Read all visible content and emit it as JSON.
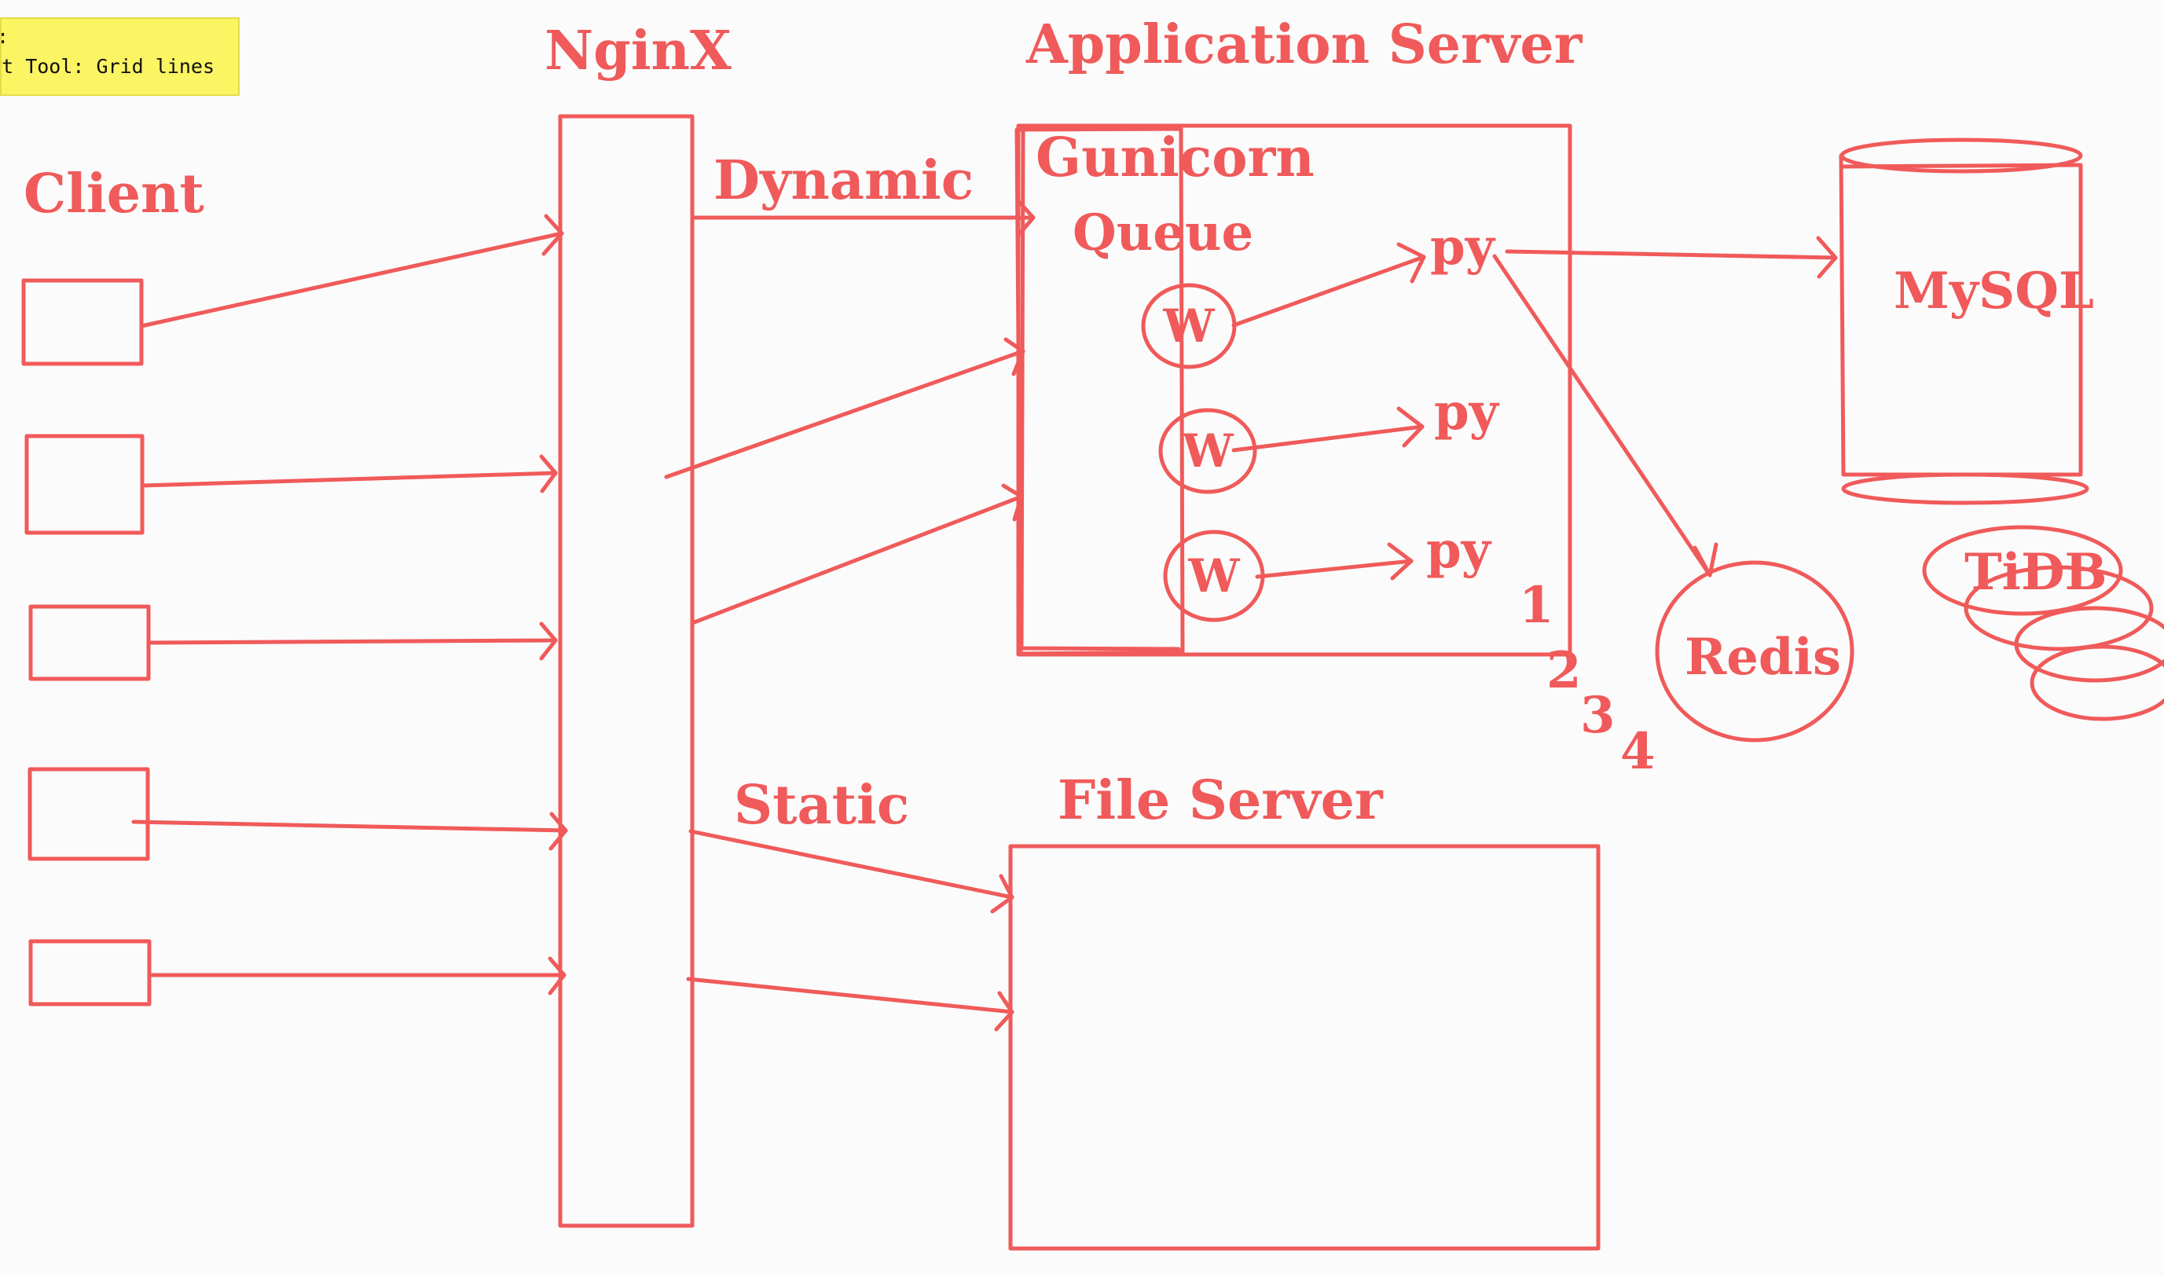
{
  "tooltip": {
    "line1": ":",
    "line2": "ent Tool: Grid lines"
  },
  "labels": {
    "client": "Client",
    "nginx": "NginX",
    "app_server": "Application Server",
    "gunicorn": "Gunicorn",
    "queue": "Queue",
    "dynamic": "Dynamic",
    "static": "Static",
    "file_server": "File Server",
    "mysql": "MySQL",
    "tidb": "TiDB",
    "redis": "Redis",
    "workers": [
      "W",
      "W",
      "W"
    ],
    "py": [
      "py",
      "py",
      "py"
    ],
    "counts": [
      "1",
      "2",
      "3",
      "4"
    ]
  },
  "colors": {
    "ink": "#f05a5a",
    "background": "#fbfbfb",
    "tooltip": "#fbf463"
  }
}
